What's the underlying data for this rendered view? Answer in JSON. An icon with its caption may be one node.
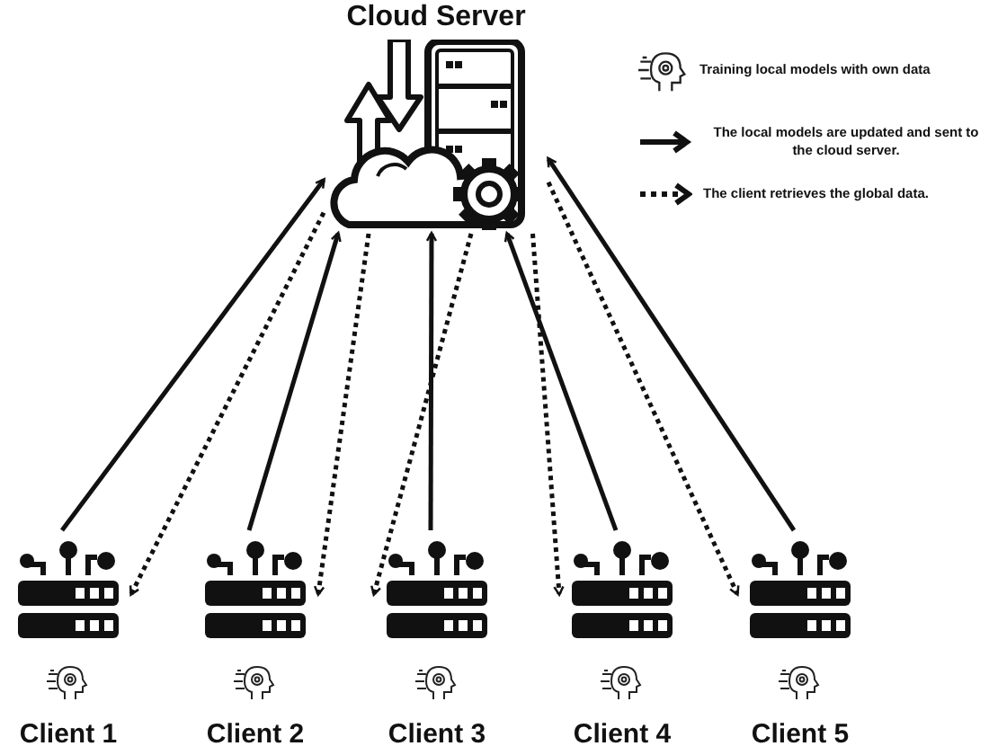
{
  "diagram": {
    "nodes": [
      {
        "text": [
          "Cloud Server"
        ]
      },
      {
        "text": [
          "Client 1"
        ]
      },
      {
        "text": [
          "Client 2"
        ]
      },
      {
        "text": [
          "Client 3"
        ]
      },
      {
        "text": [
          "Client 4"
        ]
      },
      {
        "text": [
          "Client 5"
        ]
      }
    ],
    "edges": [
      {
        "from": 1,
        "to": 0,
        "arrow": "to"
      },
      {
        "from": 0,
        "to": 1,
        "arrow": "to",
        "style": "dashed"
      },
      {
        "from": 2,
        "to": 0,
        "arrow": "to"
      },
      {
        "from": 0,
        "to": 2,
        "arrow": "to",
        "style": "dashed"
      },
      {
        "from": 3,
        "to": 0,
        "arrow": "to"
      },
      {
        "from": 0,
        "to": 3,
        "arrow": "to",
        "style": "dashed"
      },
      {
        "from": 4,
        "to": 0,
        "arrow": "to"
      },
      {
        "from": 0,
        "to": 4,
        "arrow": "to",
        "style": "dashed"
      },
      {
        "from": 5,
        "to": 0,
        "arrow": "to"
      },
      {
        "from": 0,
        "to": 5,
        "arrow": "to",
        "style": "dashed"
      }
    ],
    "legend": [
      {
        "text": "Training local models with own data"
      },
      {
        "text": "The local models are updated and sent to the cloud server."
      },
      {
        "text": "The client retrieves the global data."
      }
    ]
  }
}
